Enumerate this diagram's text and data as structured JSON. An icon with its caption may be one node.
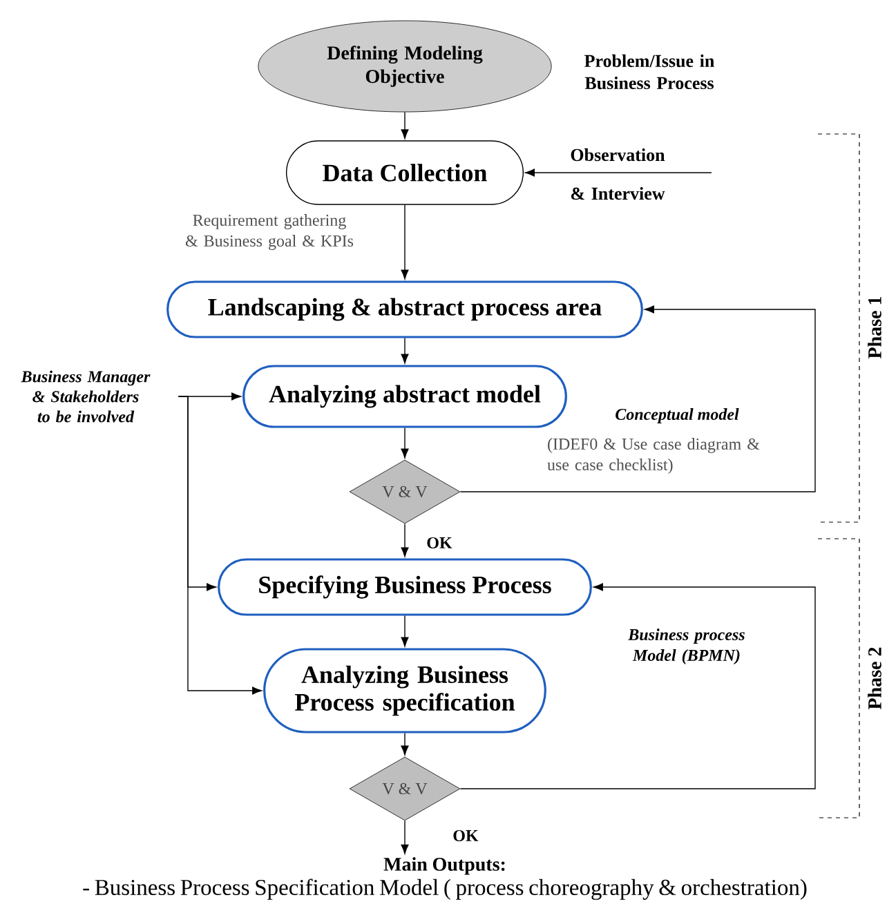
{
  "diagram": {
    "nodes": [
      {
        "text": [
          "Defining Modeling Objective"
        ],
        "beside": [
          "Problem/Issue in Business Process"
        ]
      },
      {
        "text": [
          "Data Collection"
        ]
      },
      {
        "text": [
          "Landscaping & abstract process area"
        ]
      },
      {
        "text": [
          "Analyzing abstract model"
        ]
      },
      {
        "text": [
          "V & V"
        ]
      },
      {
        "text": [
          "Specifying Business Process"
        ]
      },
      {
        "text": [
          "Analyzing Business Process specification"
        ]
      },
      {
        "text": [
          "V & V"
        ]
      },
      {
        "text": [
          "Business Manager & Stakeholders to be involved"
        ]
      },
      {
        "text": [
          "Main Outputs:",
          "- Business Process Specification Model ( process choreography & orchestration)"
        ]
      }
    ],
    "edges": [
      {
        "from": 0,
        "to": 1,
        "arrow": "to"
      },
      {
        "from": null,
        "to": 1,
        "arrow": "to",
        "label": "Observation & Interview"
      },
      {
        "from": 1,
        "to": 2,
        "arrow": "to",
        "label": "Requirement gathering & Business goal & KPIs"
      },
      {
        "from": 2,
        "to": 3,
        "arrow": "to"
      },
      {
        "from": 3,
        "to": 4,
        "arrow": "to"
      },
      {
        "from": 4,
        "to": 2,
        "arrow": "to"
      },
      {
        "from": 4,
        "to": 5,
        "arrow": "to",
        "label": "OK"
      },
      {
        "from": 5,
        "to": 6,
        "arrow": "to"
      },
      {
        "from": 6,
        "to": 7,
        "arrow": "to"
      },
      {
        "from": 7,
        "to": 5,
        "arrow": "to"
      },
      {
        "from": 7,
        "to": 9,
        "arrow": "to",
        "label": "OK"
      },
      {
        "from": 8,
        "to": 3,
        "arrow": "to"
      },
      {
        "from": 8,
        "to": 5,
        "arrow": "to"
      },
      {
        "from": 8,
        "to": 6,
        "arrow": "to"
      }
    ],
    "labels": [
      "Conceptual model",
      "(IDEF0 & Use case diagram & use case checklist)",
      "Business process Model (BPMN)",
      "Phase 1",
      "Phase 2"
    ]
  }
}
